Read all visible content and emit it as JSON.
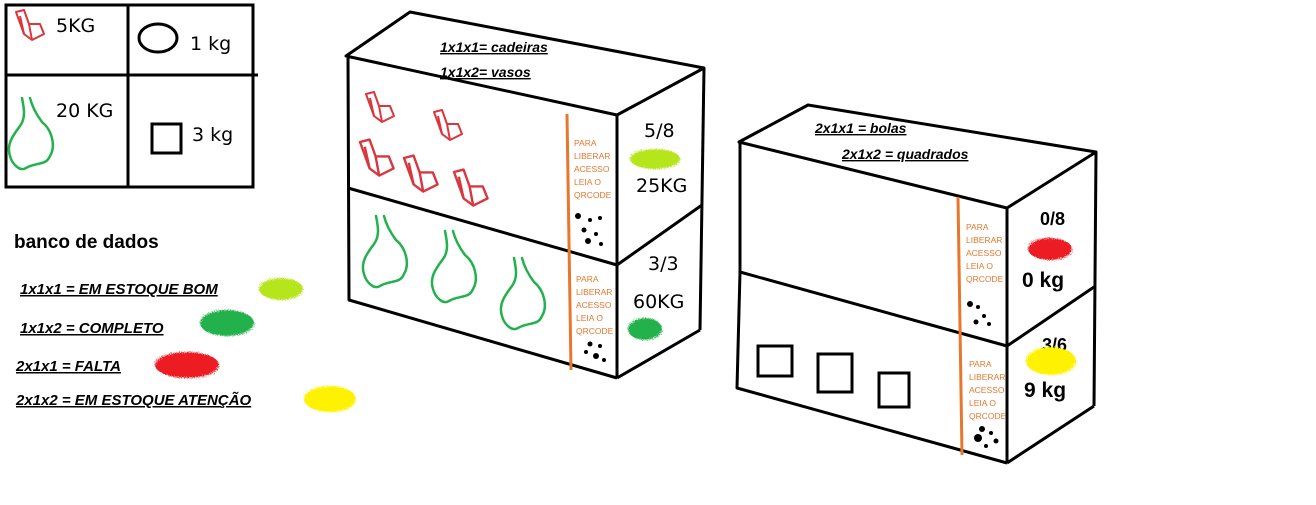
{
  "colors": {
    "ink": "#000000",
    "chair_red": "#d9363e",
    "vase_green": "#22b14c",
    "orange_line": "#e8772e",
    "em_estoque_bom": "#b5e61d",
    "completo": "#22b14c",
    "falta": "#ed1c24",
    "em_estoque_atencao": "#fff200"
  },
  "weight_key": {
    "chair": "5KG",
    "circle": "1 kg",
    "vase": "20 KG",
    "square": "3 kg"
  },
  "legend": {
    "title": "banco de dados",
    "items": [
      {
        "code": "1x1x1 = EM ESTOQUE BOM",
        "color": "#b5e61d"
      },
      {
        "code": "1x1x2 = COMPLETO",
        "color": "#22b14c"
      },
      {
        "code": "2x1x1 = FALTA",
        "color": "#ed1c24"
      },
      {
        "code": "2x1x2 = EM ESTOQUE ATENÇÃO",
        "color": "#fff200"
      }
    ]
  },
  "shelf1": {
    "top_label_1": "1x1x1= cadeiras",
    "top_label_2": "1x1x2= vasos",
    "upper": {
      "count": "5/8",
      "weight": "25KG",
      "status_color": "#b5e61d"
    },
    "lower": {
      "count": "3/3",
      "weight": "60KG",
      "status_color": "#22b14c"
    },
    "qr_text": [
      "PARA",
      "LIBERAR",
      "ACESSO",
      "LEIA O",
      "QRCODE"
    ]
  },
  "shelf2": {
    "top_label_1": "2x1x1 = bolas",
    "top_label_2": "2x1x2 = quadrados",
    "upper": {
      "count": "0/8",
      "weight": "0 kg",
      "status_color": "#ed1c24"
    },
    "lower": {
      "count": "3/6",
      "weight": "9 kg",
      "status_color": "#fff200"
    },
    "qr_text": [
      "PARA",
      "LIBERAR",
      "ACESSO",
      "LEIA O",
      "QRCODE"
    ]
  }
}
